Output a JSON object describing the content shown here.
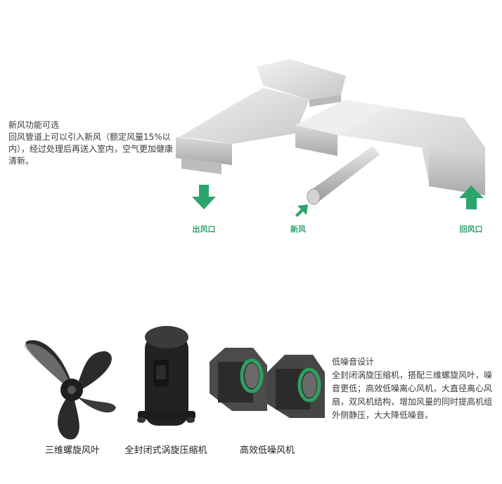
{
  "fresh_air": {
    "title": "新风功能可选",
    "body": "回风管道上可以引入新风（额定风量15%以内），经过处理后再送入室内，空气更加健康清新。"
  },
  "duct_labels": {
    "outlet": "出风口",
    "fresh": "新风",
    "return": "回风口"
  },
  "low_noise": {
    "title": "低噪音设计",
    "body": "全封闭涡旋压缩机，搭配三维螺旋风叶，噪音更低；高效低噪离心风机，大直径离心风扇，双风机结构，增加风量的同时提高机组外侧静压，大大降低噪音。"
  },
  "components": [
    {
      "caption": "三维螺旋风叶"
    },
    {
      "caption": "全封闭式涡旋压缩机"
    },
    {
      "caption": "高效低噪风机"
    }
  ],
  "colors": {
    "accent_green": "#2aa56b"
  }
}
